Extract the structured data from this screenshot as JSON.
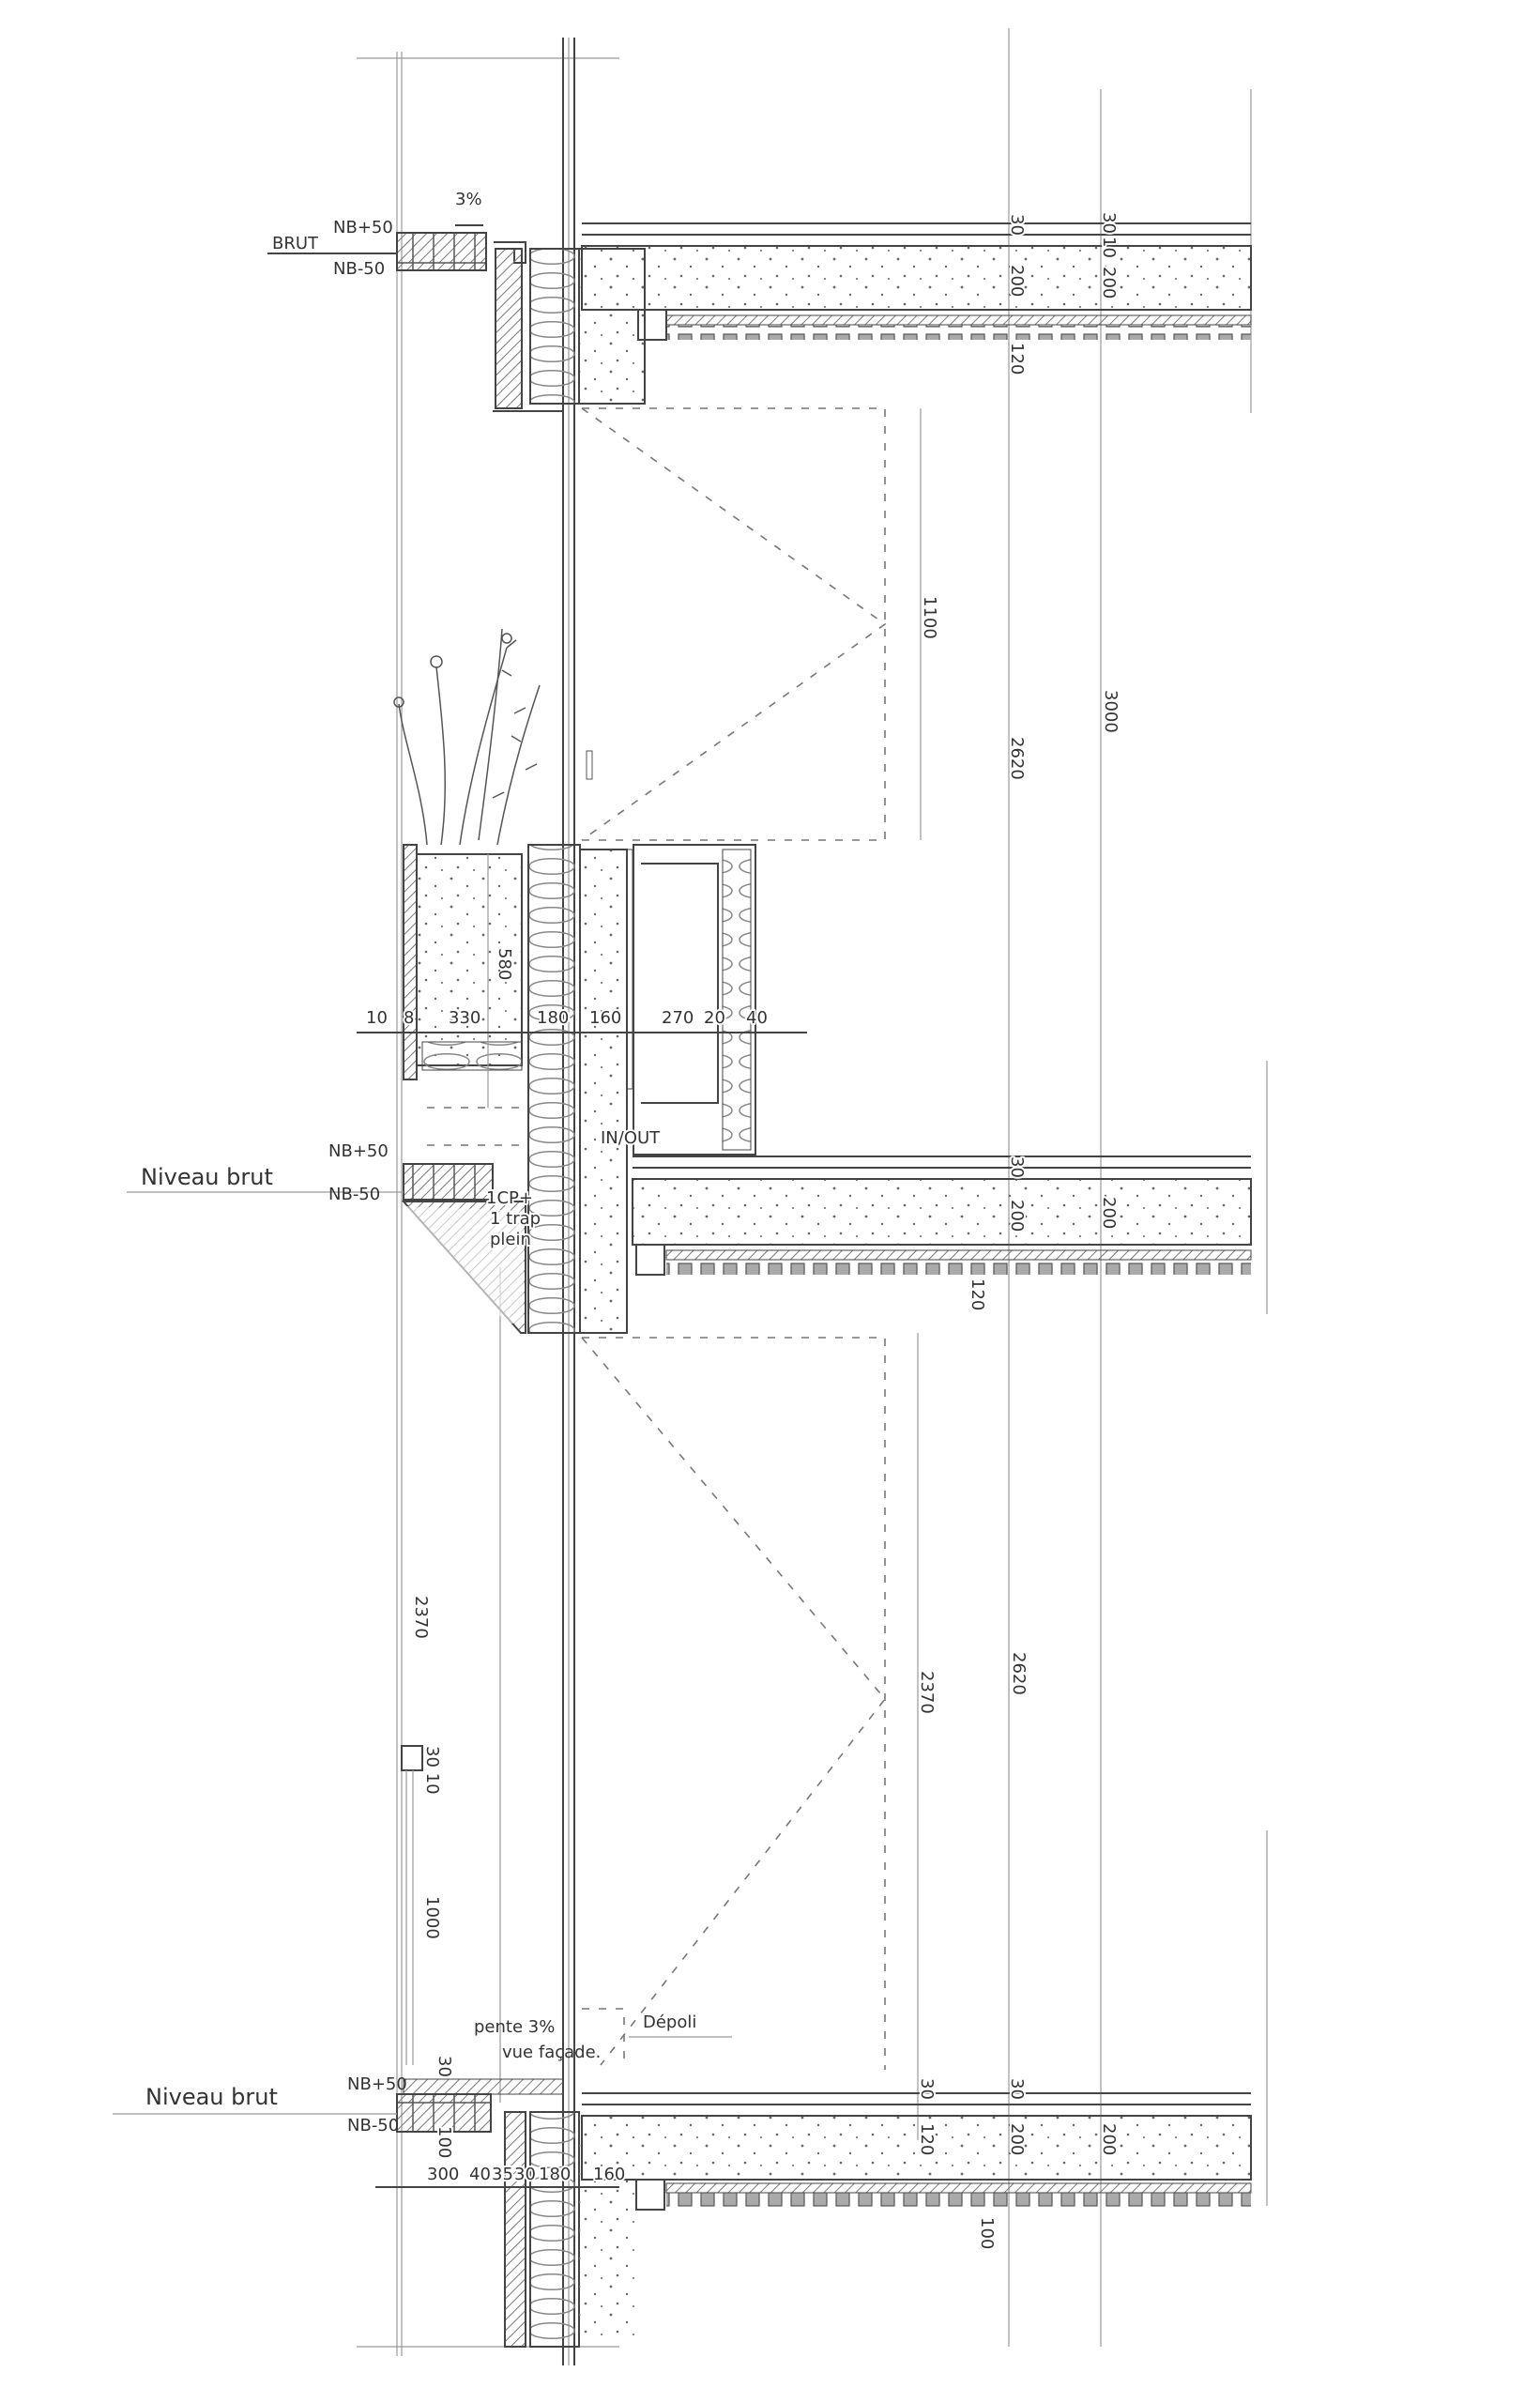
{
  "levels": {
    "top_level": "BRUT",
    "mid_level": "Niveau brut",
    "bottom_level": "Niveau brut",
    "nb_plus": "NB+50",
    "nb_minus": "NB-50"
  },
  "annotations": {
    "top_slope": "3%",
    "in_out": "IN/OUT",
    "cp_line1": "1CP+",
    "cp_line2": "1 trap",
    "cp_line3": "plein",
    "slope_bottom": "pente 3%",
    "facade_view": "vue façade.",
    "frosted": "Dépoli"
  },
  "dimensions": {
    "top": {
      "slab_a_finish": "30",
      "slab_a": "200",
      "ceiling_a": "120",
      "slab_b_finish": "30",
      "slab_b_layer": "10",
      "slab_b": "200"
    },
    "upper_window": {
      "opening": "1100",
      "clear_height": "2620",
      "floor_to_floor": "3000"
    },
    "planter": {
      "soil_height": "580",
      "h10": "10",
      "h8": "8",
      "h330": "330",
      "h180": "180",
      "h160": "160",
      "h270": "270",
      "h20": "20",
      "h40": "40"
    },
    "middle_slab": {
      "finish": "30",
      "slab": "200",
      "slab_b": "200",
      "ceiling": "120"
    },
    "lower_window": {
      "left_height": "2370",
      "opening": "2370",
      "clear_height": "2620",
      "rail_a": "30 10",
      "railing": "1000"
    },
    "bottom": {
      "tile": "30",
      "tile_depth": "100",
      "w300": "300",
      "w40": "40",
      "w35": "35",
      "w30": "30",
      "w180": "180",
      "w160": "160",
      "slab_finish_a": "30",
      "slab_a": "120",
      "slab_finish_b": "30",
      "slab_b": "200",
      "slab_c": "200",
      "ceiling": "100"
    }
  },
  "colors": {
    "pencil": "#444444",
    "paper": "#ffffff"
  }
}
